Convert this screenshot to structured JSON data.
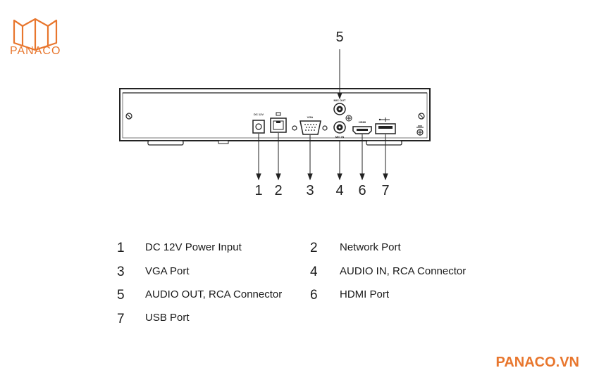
{
  "brand": {
    "logo_text": "PANACO",
    "site": "PANACO.VN",
    "color": "#e8762d"
  },
  "device": {
    "port_labels": {
      "dc": "DC 12V",
      "vga": "VGA",
      "mic_out": "MIC OUT",
      "mic_in": "MIC IN",
      "hdmi": "HDMI"
    }
  },
  "callouts": {
    "c1": "1",
    "c2": "2",
    "c3": "3",
    "c4": "4",
    "c5": "5",
    "c6": "6",
    "c7": "7"
  },
  "legend": [
    {
      "num": "1",
      "text": "DC 12V Power Input"
    },
    {
      "num": "2",
      "text": "Network Port"
    },
    {
      "num": "3",
      "text": "VGA Port"
    },
    {
      "num": "4",
      "text": "AUDIO IN, RCA Connector"
    },
    {
      "num": "5",
      "text": "AUDIO OUT, RCA Connector"
    },
    {
      "num": "6",
      "text": "HDMI Port"
    },
    {
      "num": "7",
      "text": "USB Port"
    }
  ]
}
